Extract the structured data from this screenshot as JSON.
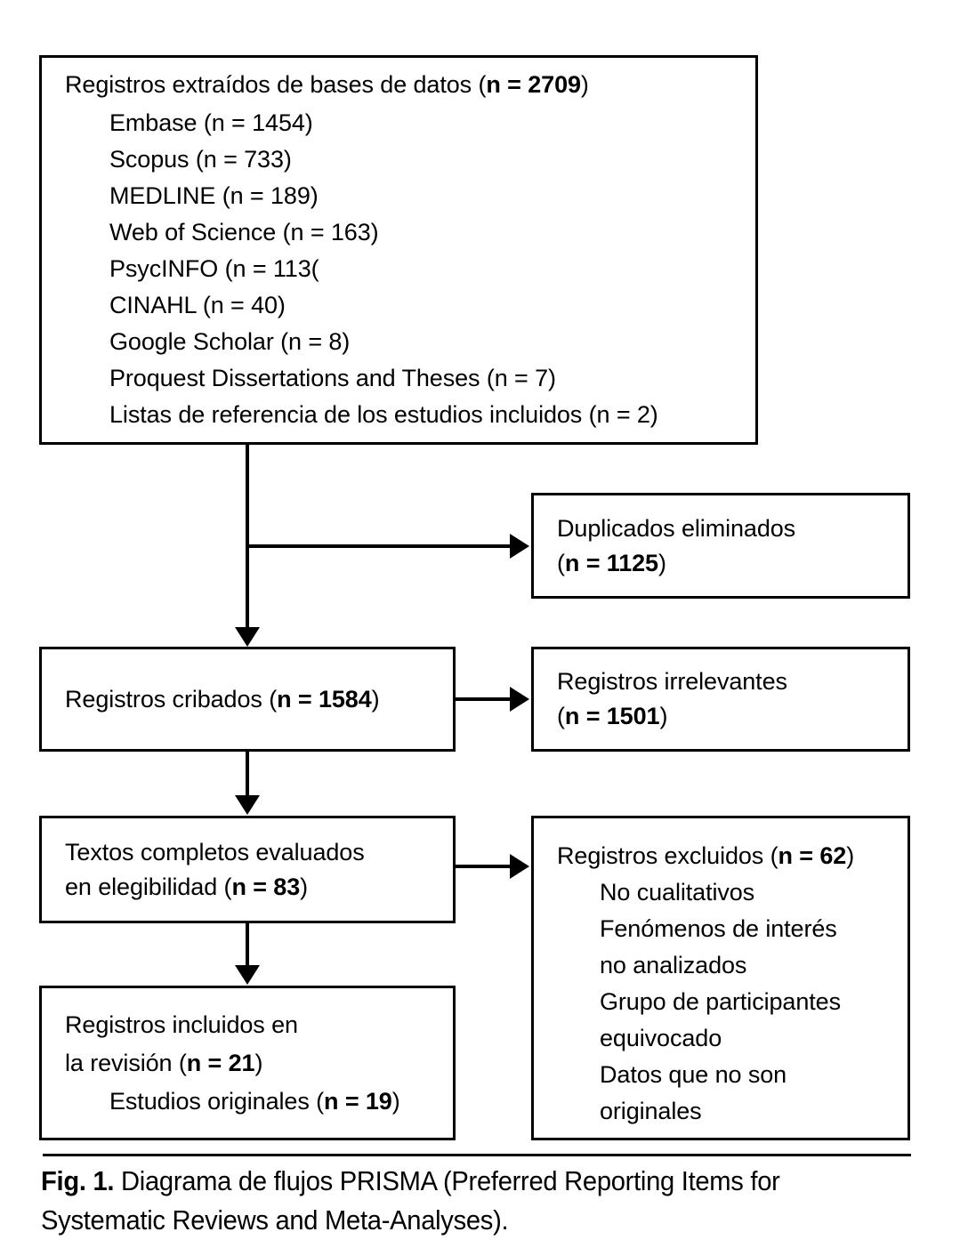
{
  "figure": {
    "label": "Fig. 1.",
    "caption_text": " Diagrama de flujos PRISMA (Preferred Reporting Items for Systematic Reviews and Meta-Analyses)."
  },
  "flow": {
    "sources_box": {
      "title": "Registros extraídos de bases de datos (",
      "title_n_bold": "n = 2709",
      "title_close": ")",
      "items": [
        "Embase (n = 1454)",
        "Scopus (n = 733)",
        "MEDLINE (n = 189)",
        "Web of Science (n = 163)",
        "PsycINFO (n = 113(",
        "CINAHL (n = 40)",
        "Google Scholar (n = 8)",
        "Proquest Dissertations and Theses (n = 7)",
        "Listas de referencia de los estudios incluidos (n = 2)"
      ]
    },
    "duplicates_box": {
      "line1": "Duplicados eliminados",
      "line2_open": "(",
      "line2_n_bold": "n = 1125",
      "line2_close": ")"
    },
    "screened_box": {
      "line1_text": "Registros cribados (",
      "line1_n_bold": "n = 1584",
      "line1_close": ")"
    },
    "irrelevant_box": {
      "line1": "Registros irrelevantes",
      "line2_open": "(",
      "line2_n_bold": "n = 1501",
      "line2_close": ")"
    },
    "eligibility_box": {
      "line1": "Textos completos evaluados",
      "line2_text": "en elegibilidad (",
      "line2_n_bold": "n = 83",
      "line2_close": ")"
    },
    "excluded_box": {
      "title_text": "Registros excluidos (",
      "title_n_bold": "n = 62",
      "title_close": ")",
      "reasons": [
        "No cualitativos",
        "Fenómenos de interés",
        "no analizados",
        "Grupo de participantes",
        "equivocado",
        "Datos que no son",
        "originales"
      ]
    },
    "included_box": {
      "line1": "Registros incluidos en",
      "line2_text": "la revisión (",
      "line2_n_bold": "n = 21",
      "line2_close": ")",
      "line3_text": "Estudios originales (",
      "line3_n_bold": "n = 19",
      "line3_close": ")"
    }
  },
  "colors": {
    "stroke": "#000000",
    "background": "#ffffff",
    "text": "#000000"
  }
}
